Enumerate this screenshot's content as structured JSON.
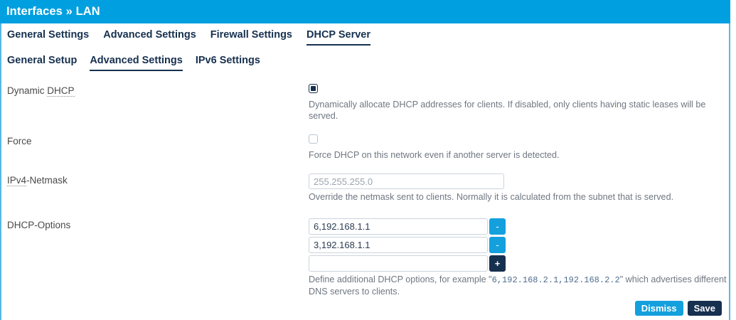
{
  "header": {
    "title": "Interfaces » LAN",
    "bar_color": "#00a0e0"
  },
  "tabs_main": [
    {
      "label": "General Settings",
      "active": false
    },
    {
      "label": "Advanced Settings",
      "active": false
    },
    {
      "label": "Firewall Settings",
      "active": false
    },
    {
      "label": "DHCP Server",
      "active": true
    }
  ],
  "tabs_sub": [
    {
      "label": "General Setup",
      "active": false
    },
    {
      "label": "Advanced Settings",
      "active": true
    },
    {
      "label": "IPv6 Settings",
      "active": false
    }
  ],
  "fields": {
    "dynamic_dhcp": {
      "label_prefix": "Dynamic ",
      "label_abbr": "DHCP",
      "checked": true,
      "description": "Dynamically allocate DHCP addresses for clients. If disabled, only clients having static leases will be served."
    },
    "force": {
      "label": "Force",
      "checked": false,
      "description": "Force DHCP on this network even if another server is detected."
    },
    "ipv4_netmask": {
      "label_abbr": "IPv4",
      "label_suffix": "-Netmask",
      "value": "",
      "placeholder": "255.255.255.0",
      "description": "Override the netmask sent to clients. Normally it is calculated from the subnet that is served."
    },
    "dhcp_options": {
      "label": "DHCP-Options",
      "entries": [
        {
          "value": "6,192.168.1.1",
          "button": "-"
        },
        {
          "value": "3,192.168.1.1",
          "button": "-"
        }
      ],
      "new_entry": {
        "value": "",
        "placeholder": "",
        "button": "+"
      },
      "description_before": "Define additional DHCP options, for example \"",
      "description_mono": "6,192.168.2.1,192.168.2.2",
      "description_after": "\" which advertises different DNS servers to clients."
    }
  },
  "footer": {
    "dismiss_label": "Dismiss",
    "save_label": "Save",
    "dismiss_color": "#13a0dd",
    "save_color": "#16304f"
  }
}
